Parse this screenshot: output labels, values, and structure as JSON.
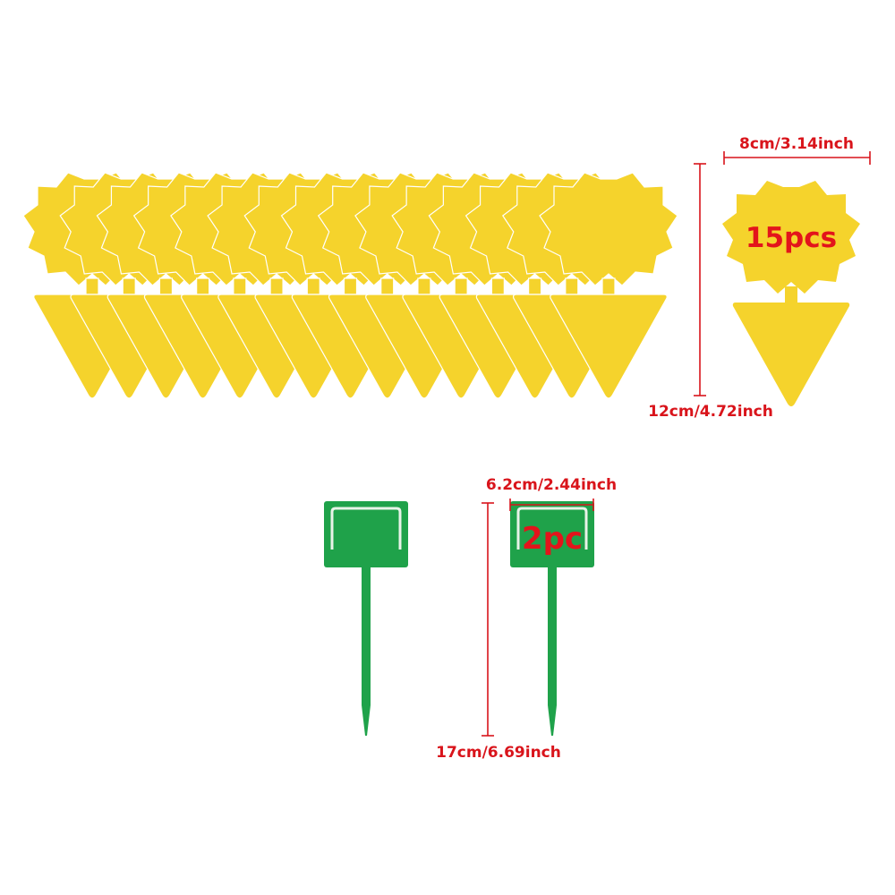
{
  "colors": {
    "trap_yellow": "#f5d32c",
    "trap_yellow_edge": "#e9c21c",
    "marker_green": "#1fa24a",
    "marker_green_dark": "#16863b",
    "dimension_red": "#d9141b"
  },
  "traps": {
    "count": 15,
    "quantity_label": "15pcs",
    "width_label": "8cm/3.14inch",
    "height_label": "12cm/4.72inch"
  },
  "markers": {
    "count": 2,
    "quantity_label": "2pc",
    "width_label": "6.2cm/2.44inch",
    "height_label": "17cm/6.69inch"
  }
}
